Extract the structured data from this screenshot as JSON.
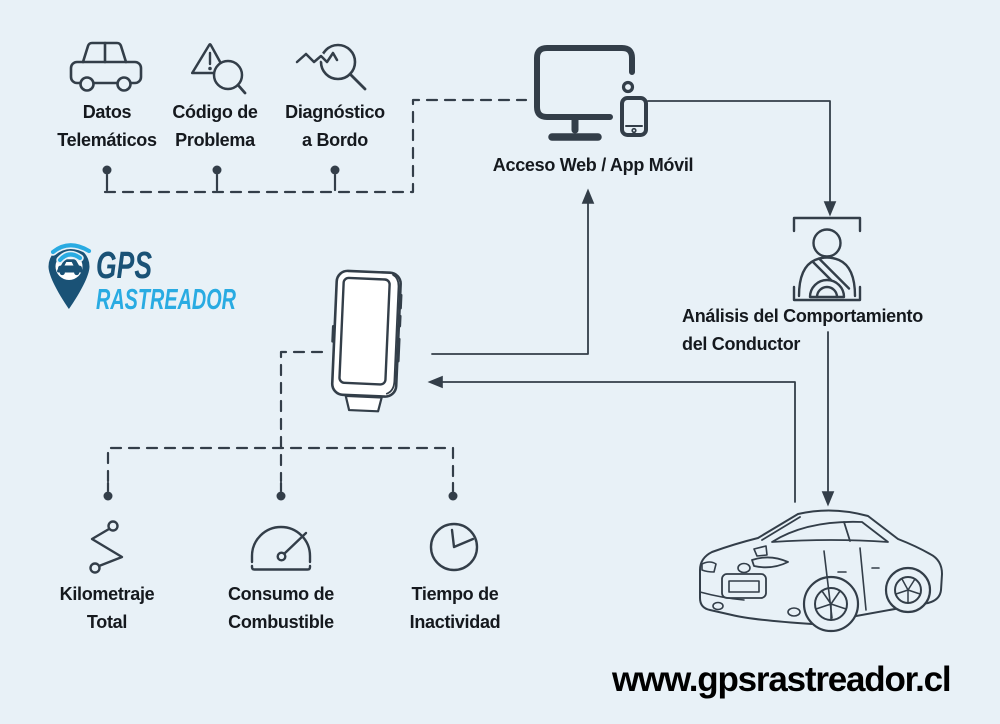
{
  "colors": {
    "background": "#e8f1f7",
    "ink": "#333e49",
    "text": "#15191e",
    "logo_navy": "#1a5276",
    "logo_cyan": "#29abe2"
  },
  "logo": {
    "title": "GPS",
    "subtitle": "RASTREADOR",
    "icon": "map-pin-car-icon"
  },
  "sources_top": [
    {
      "label": "Datos\nTelemáticos",
      "icon": "car-icon"
    },
    {
      "label": "Código de\nProblema",
      "icon": "warning-magnifier-icon"
    },
    {
      "label": "Diagnóstico\na Bordo",
      "icon": "diagnostics-magnifier-icon"
    }
  ],
  "access": {
    "label": "Acceso Web / App Móvil",
    "icon": "monitor-phone-icon"
  },
  "driver_analysis": {
    "label": "Análisis del Comportamiento\ndel Conductor",
    "icon": "driver-frame-icon"
  },
  "device": {
    "icon": "gps-tracker-device-icon"
  },
  "vehicle": {
    "icon": "sedan-car-icon"
  },
  "metrics_bottom": [
    {
      "label": "Kilometraje\nTotal",
      "icon": "route-icon"
    },
    {
      "label": "Consumo de\nCombustible",
      "icon": "gauge-icon"
    },
    {
      "label": "Tiempo de\nInactividad",
      "icon": "clock-icon"
    }
  ],
  "website": "www.gpsrastreador.cl"
}
